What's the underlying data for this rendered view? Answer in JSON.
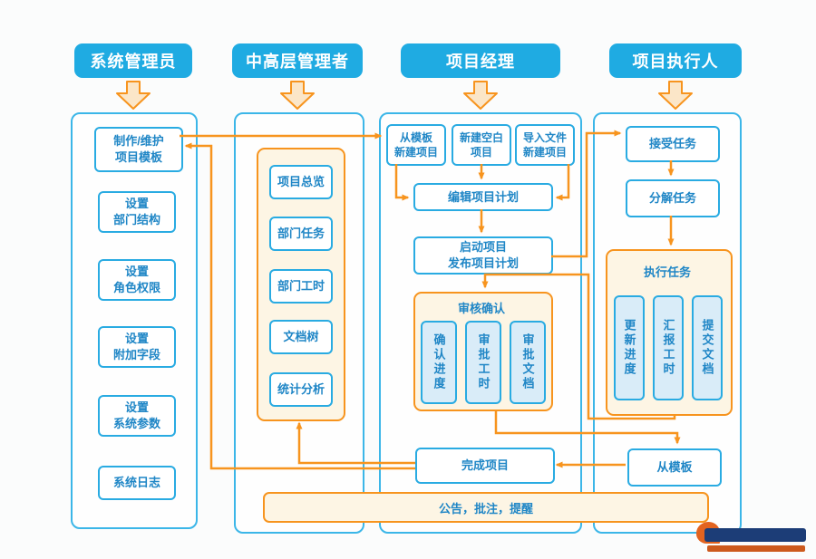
{
  "colors": {
    "header_bg": "#1fabe2",
    "blue_border": "#29abe2",
    "box_text": "#1f86c6",
    "orange": "#f7941e",
    "peach_fill": "#fdf5e4",
    "lightblue_fill": "#d9ecf8"
  },
  "lanes": {
    "admin_title": "系统管理员",
    "manager_title": "中高层管理者",
    "pm_title": "项目经理",
    "executor_title": "项目执行人"
  },
  "admin": {
    "template_box": "制作/维护\n项目模板",
    "items": [
      "设置\n部门结构",
      "设置\n角色权限",
      "设置\n附加字段",
      "设置\n系统参数",
      "系统日志"
    ]
  },
  "manager": {
    "items": [
      "项目总览",
      "部门任务",
      "部门工时",
      "文档树",
      "统计分析"
    ]
  },
  "pm": {
    "create_from_template": "从模板\n新建项目",
    "create_blank": "新建空白\n项目",
    "create_import": "导入文件\n新建项目",
    "edit_plan": "编辑项目计划",
    "launch": "启动项目\n发布项目计划",
    "review_title": "审核确认",
    "review_items": [
      "确认进度",
      "审批工时",
      "审批文档"
    ],
    "finish": "完成项目"
  },
  "executor": {
    "accept": "接受任务",
    "decompose": "分解任务",
    "execute_title": "执行任务",
    "execute_items": [
      "更新进度",
      "汇报工时",
      "提交文档"
    ],
    "from_template": "从模板"
  },
  "footer": {
    "notice": "公告，批注，提醒"
  }
}
